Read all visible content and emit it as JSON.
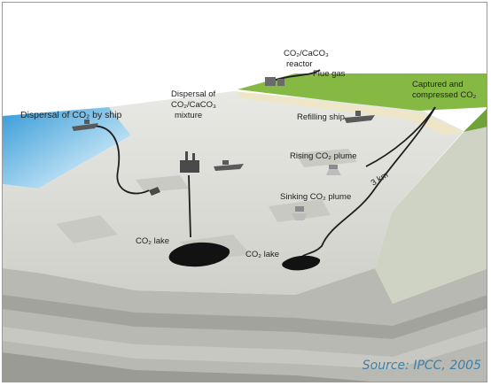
{
  "labels": {
    "dispersal_ship": "Dispersal of CO₂ by ship",
    "reactor_line1": "CO₂/CaCO₃",
    "reactor_line2": "reactor",
    "flue_gas": "Flue gas",
    "captured_line1": "Captured and",
    "captured_line2": "compressed CO₂",
    "dispersal_mix_line1": "Dispersal of",
    "dispersal_mix_line2": "CO₂/CaCO₃",
    "dispersal_mix_line3": "mixture",
    "refilling_ship": "Refilling ship",
    "rising_plume": "Rising CO₂ plume",
    "sinking_plume": "Sinking CO₂ plume",
    "depth": "3 km",
    "lake_left": "CO₂ lake",
    "lake_right": "CO₂ lake"
  },
  "source": "Source: IPCC, 2005",
  "colors": {
    "sea_surface": "#2fa0dc",
    "seabed": "#dedfd9",
    "land": "#86b944",
    "pipeline": "#1e1e1e",
    "source_text": "#3f7fa6"
  }
}
